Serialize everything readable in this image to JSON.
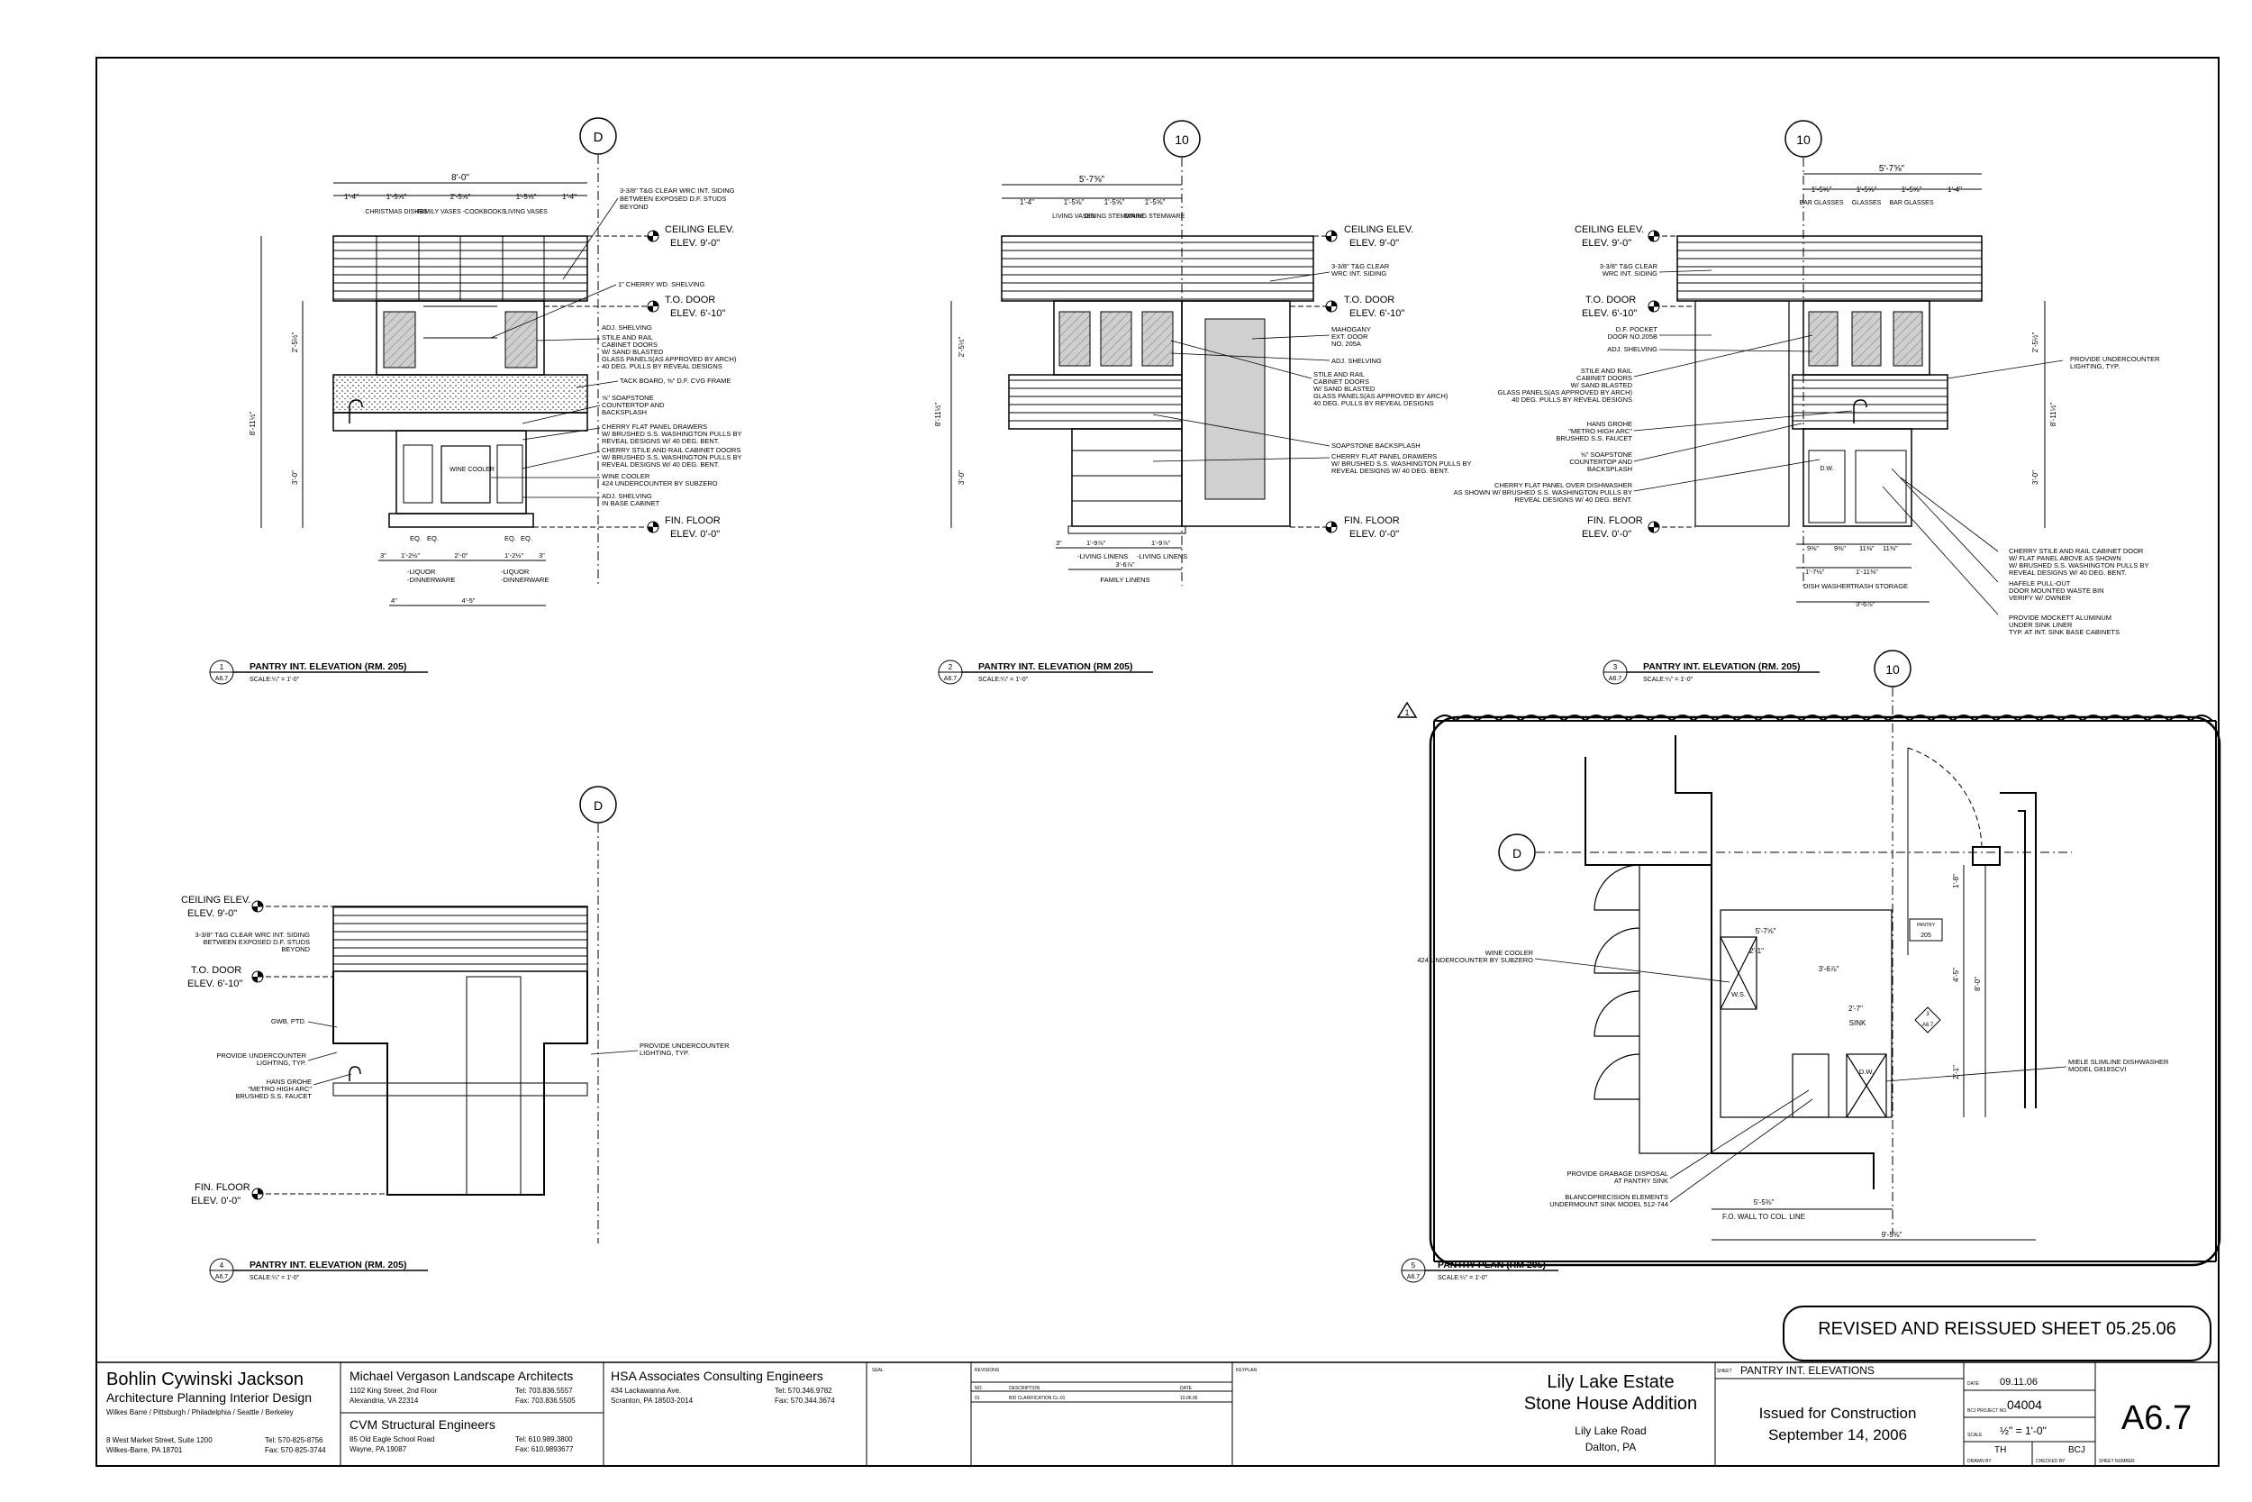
{
  "views": {
    "v1": {
      "grid_tag": "D",
      "num": "1",
      "sheet": "A6.7",
      "title": "PANTRY INT. ELEVATION (RM. 205)",
      "scale": "SCALE:¼\" = 1'-0\""
    },
    "v2": {
      "grid_tag": "10",
      "num": "2",
      "sheet": "A6.7",
      "title": "PANTRY INT. ELEVATION (RM 205)",
      "scale": "SCALE:¼\" = 1'-0\""
    },
    "v3": {
      "grid_tag": "10",
      "num": "3",
      "sheet": "A6.7",
      "title": "PANTRY INT. ELEVATION (RM. 205)",
      "scale": "SCALE:¼\" = 1'-0\""
    },
    "v4": {
      "grid_tag": "D",
      "num": "4",
      "sheet": "A6.7",
      "title": "PANTRY INT. ELEVATION (RM. 205)",
      "scale": "SCALE:¼\" = 1'-0\""
    },
    "v5": {
      "grid_tag_top": "10",
      "grid_tag_left": "D",
      "num": "5",
      "sheet": "A6.7",
      "title": "PANTRY PLAN (RM 205)",
      "scale": "SCALE:¼\" = 1'-0\""
    }
  },
  "levels": {
    "ceiling": "CEILING ELEV.",
    "ceiling_elev": "ELEV. 9'-0\"",
    "door": "T.O. DOOR",
    "door_elev": "ELEV. 6'-10\"",
    "floor": "FIN. FLOOR",
    "floor_elev": "ELEV. 0'-0\""
  },
  "v1_labels": {
    "width": "8'-0\"",
    "d1": "1'-4\"",
    "d2": "1'-5⅝\"",
    "d3": "2'-5⅝\"",
    "d4": "1'-5⅝\"",
    "d5": "1'-4\"",
    "col1": "CHRISTMAS DISHES",
    "col2": "-FAMILY VASES -COOKBOOKS",
    "col3": "LIVING VASES",
    "h_upper": "2'-5½\"",
    "h_total": "8'-11½\"",
    "h_base": "3'-0\"",
    "n1": "3-3/8\" T&G CLEAR WRC INT. SIDING",
    "n1b": "BETWEEN EXPOSED D.F. STUDS",
    "n1c": "BEYOND",
    "n2": "1\" CHERRY WD. SHELVING",
    "n3": "ADJ. SHELVING",
    "n4": "STILE AND RAIL",
    "n4b": "CABINET DOORS",
    "n4c": "W/ SAND BLASTED",
    "n4d": "GLASS PANELS(AS APPROVED BY ARCH)",
    "n4e": "40 DEG. PULLS BY REVEAL DESIGNS",
    "n5": "TACK BOARD, ⅝\" D.F. CVG FRAME",
    "n6": "⅝\" SOAPSTONE",
    "n6b": "COUNTERTOP AND",
    "n6c": "BACKSPLASH",
    "n7": "CHERRY FLAT PANEL DRAWERS",
    "n7b": "W/ BRUSHED S.S. WASHINGTON PULLS BY",
    "n7c": "REVEAL DESIGNS W/ 40 DEG. BENT.",
    "n8": "CHERRY STILE AND RAIL CABINET DOORS",
    "n8b": "W/ BRUSHED S.S. WASHINGTON PULLS BY",
    "n8c": "REVEAL DESIGNS W/ 40 DEG. BENT.",
    "n9": "WINE COOLER",
    "n9b": "424 UNDERCOUNTER BY SUBZERO",
    "n10": "ADJ. SHELVING",
    "n10b": "IN BASE CABINET",
    "wine": "WINE COOLER",
    "eq": "EQ.",
    "b1": "3\"",
    "b2": "1'-2½\"",
    "b3": "2'-0\"",
    "b4": "1'-2½\"",
    "b5": "3\"",
    "liq1": "-LIQUOR",
    "liq1b": "-DINNERWARE",
    "liq2": "-LIQUOR",
    "liq2b": "-DINNERWARE",
    "base_w": "4'-5\"",
    "b_4in": "4\""
  },
  "v2_labels": {
    "width": "5'-7⅝\"",
    "d1": "1'-4\"",
    "d2": "1'-5⅝\"",
    "d3": "1'-5⅝\"",
    "d4": "1'-5⅝\"",
    "col1": "LIVING VASES",
    "col2": "DINING STEMWARE",
    "col3": "DINING STEMWARE",
    "h_total": "8'-11½\"",
    "h_upper": "2'-5½\"",
    "h_base": "3'-0\"",
    "n1": "3-3/8\" T&G CLEAR",
    "n1b": "WRC INT. SIDING",
    "n2": "MAHOGANY",
    "n2b": "EXT. DOOR",
    "n2c": "NO. 205A",
    "n3": "ADJ. SHELVING",
    "n4": "STILE AND RAIL",
    "n4b": "CABINET DOORS",
    "n4c": "W/ SAND BLASTED",
    "n4d": "GLASS PANELS(AS APPROVED BY ARCH)",
    "n4e": "40 DEG. PULLS BY REVEAL DESIGNS",
    "n5": "SOAPSTONE BACKSPLASH",
    "n6": "CHERRY FLAT PANEL DRAWERS",
    "n6b": "W/ BRUSHED S.S. WASHINGTON PULLS BY",
    "n6c": "REVEAL DESIGNS W/ 40 DEG. BENT.",
    "b1": "3\"",
    "b2": "1'-9⅞\"",
    "b3": "1'-9⅞\"",
    "b_total": "3'-6⅞\"",
    "lin1": "-LIVING LINENS",
    "lin2": "-LIVING LINENS",
    "lin3": "FAMILY LINENS"
  },
  "v3_labels": {
    "width": "5'-7⅝\"",
    "d1": "1'-5⅝\"",
    "d2": "1'-5⅝\"",
    "d3": "1'-5⅝\"",
    "d4": "1'-4\"",
    "col1": "BAR GLASSES",
    "col2": "GLASSES",
    "col3": "BAR GLASSES",
    "h_upper": "2'-5½\"",
    "h_total": "8'-11½\"",
    "h_base": "3'-0\"",
    "n1": "3-3/8\" T&G CLEAR",
    "n1b": "WRC INT. SIDING",
    "n2": "D.F. POCKET",
    "n2b": "DOOR NO.205B",
    "n3": "ADJ. SHELVING",
    "n4": "STILE AND RAIL",
    "n4b": "CABINET DOORS",
    "n4c": "W/ SAND BLASTED",
    "n4d": "GLASS PANELS(AS APPROVED BY ARCH)",
    "n4e": "40 DEG. PULLS BY REVEAL DESIGNS",
    "n5": "HANS GROHE",
    "n5b": "\"METRO HIGH ARC\"",
    "n5c": "BRUSHED S.S. FAUCET",
    "n6": "⅝\" SOAPSTONE",
    "n6b": "COUNTERTOP AND",
    "n6c": "BACKSPLASH",
    "n7": "CHERRY FLAT PANEL OVER DISHWASHER",
    "n7b": "AS SHOWN W/ BRUSHED S.S. WASHINGTON PULLS BY",
    "n7c": "REVEAL DESIGNS W/ 40 DEG. BENT.",
    "r1": "PROVIDE UNDERCOUNTER",
    "r1b": "LIGHTING, TYP.",
    "r2": "CHERRY STILE AND RAIL CABINET DOOR",
    "r2b": "W/ FLAT PANEL ABOVE AS SHOWN",
    "r2c": "W/ BRUSHED S.S. WASHINGTON PULLS BY",
    "r2d": "REVEAL DESIGNS W/ 40 DEG. BENT.",
    "r3": "HAFELE PULL-OUT",
    "r3b": "DOOR MOUNTED WASTE BIN",
    "r3c": "VERIFY W/ OWNER",
    "r4": "PROVIDE MOCKETT ALUMINUM",
    "r4b": "UNDER SINK LINER",
    "r4c": "TYP. AT INT. SINK BASE CABINETS",
    "dw": "D.W.",
    "b1": "9⅜\"",
    "b2": "9⅜\"",
    "b3": "11⅜\"",
    "b4": "11⅜\"",
    "b5": "1'-7⅛\"",
    "b6": "1'-11⅜\"",
    "b_total": "3'-6⅞\"",
    "dish": "DISH WASHER",
    "trash": "TRASH STORAGE"
  },
  "v4_labels": {
    "n1": "3-3/8\" T&G CLEAR WRC INT. SIDING",
    "n1b": "BETWEEN EXPOSED D.F. STUDS",
    "n1c": "BEYOND",
    "n2": "GWB, PTD.",
    "n3": "PROVIDE UNDERCOUNTER",
    "n3b": "LIGHTING, TYP.",
    "n4": "HANS GROHE",
    "n4b": "\"METRO HIGH ARC\"",
    "n4c": "BRUSHED S.S. FAUCET",
    "n5": "PROVIDE UNDERCOUNTER",
    "n5b": "LIGHTING, TYP."
  },
  "v5_labels": {
    "pantry": "PANTRY",
    "room": "205",
    "d1": "5'-7⅝\"",
    "d2": "3'-6⅞\"",
    "d3": "2'-7\"",
    "sink": "SINK",
    "ws": "W.S.",
    "dw": "D.W.",
    "d4": "2'-1\"",
    "ref": "A6.7",
    "ref_num": "3",
    "h1": "1'-8\"",
    "h2": "4'-5\"",
    "h3": "2'-1\"",
    "h4": "8'-0\"",
    "wine": "WINE COOLER",
    "wineb": "424 UNDERCOUNTER BY SUBZERO",
    "miele": "MIELE SLIMLINE DISHWASHER",
    "mieleb": "MODEL G818SCVI",
    "garb": "PROVIDE GRABAGE DISPOSAL",
    "garbb": "AT PANTRY SINK",
    "blanco": "BLANCOPRECISION ELEMENTS",
    "blancob": "UNDERMOUNT SINK MODEL 512-744",
    "fo": "5'-5⅜\"",
    "fob": "F.O. WALL TO COL. LINE",
    "total": "9'-5⅜\""
  },
  "revision_tag": "1",
  "revised_banner": "REVISED AND REISSUED SHEET 05.25.06",
  "title_block": {
    "firm": "Bohlin Cywinski Jackson",
    "firm_sub": "Architecture Planning Interior Design",
    "firm_offices": "Wilkes Barre / Pittsburgh / Philadelphia / Seattle / Berkeley",
    "firm_addr1": "8 West Market Street, Suite 1200",
    "firm_addr2": "Wilkes-Barre, PA 18701",
    "firm_tel": "Tel: 570-825-8756",
    "firm_fax": "Fax: 570-825-3744",
    "land": "Michael Vergason Landscape Architects",
    "land_addr1": "1102 King Street, 2nd Floor",
    "land_addr2": "Alexandria, VA 22314",
    "land_tel": "Tel: 703.836.5557",
    "land_fax": "Fax: 703.836.5505",
    "hsa": "HSA Associates Consulting Engineers",
    "hsa_addr1": "434 Lackawanna Ave.",
    "hsa_addr2": "Scranton, PA 18503-2014",
    "hsa_tel": "Tel: 570.346.9782",
    "hsa_fax": "Fax: 570.344.3674",
    "cvm": "CVM Structural Engineers",
    "cvm_addr1": "85 Old Eagle School Road",
    "cvm_addr2": "Wayne, PA 19087",
    "cvm_tel": "Tel: 610.989.3800",
    "cvm_fax": "Fax: 610.9893677",
    "seal": "SEAL",
    "revisions": "REVISIONS",
    "rev_no": "NO.",
    "rev_desc": "DESCRIPTION",
    "rev_date": "DATE",
    "rev_row_no": "01",
    "rev_row_desc": "BID CLARIFICATION CL-01",
    "rev_row_date": "10.06.06",
    "keyplan": "KEYPLAN",
    "project1": "Lily Lake Estate",
    "project2": "Stone House Addition",
    "addr1": "Lily Lake Road",
    "addr2": "Dalton, PA",
    "sheet_label": "SHEET",
    "sheet_title": "PANTRY INT. ELEVATIONS",
    "issue1": "Issued for Construction",
    "issue2": "September 14, 2006",
    "date_label": "DATE",
    "date": "09.11.06",
    "proj_label": "BCJ PROJECT NO.",
    "proj": "04004",
    "scale_label": "SCALE",
    "scale": "½\" = 1'-0\"",
    "drawn_label": "DRAWN BY",
    "drawn": "TH",
    "checked_label": "CHECKED BY",
    "checked": "BCJ",
    "sheet_no": "A6.7",
    "sheet_no_label": "SHEET NUMBER"
  }
}
